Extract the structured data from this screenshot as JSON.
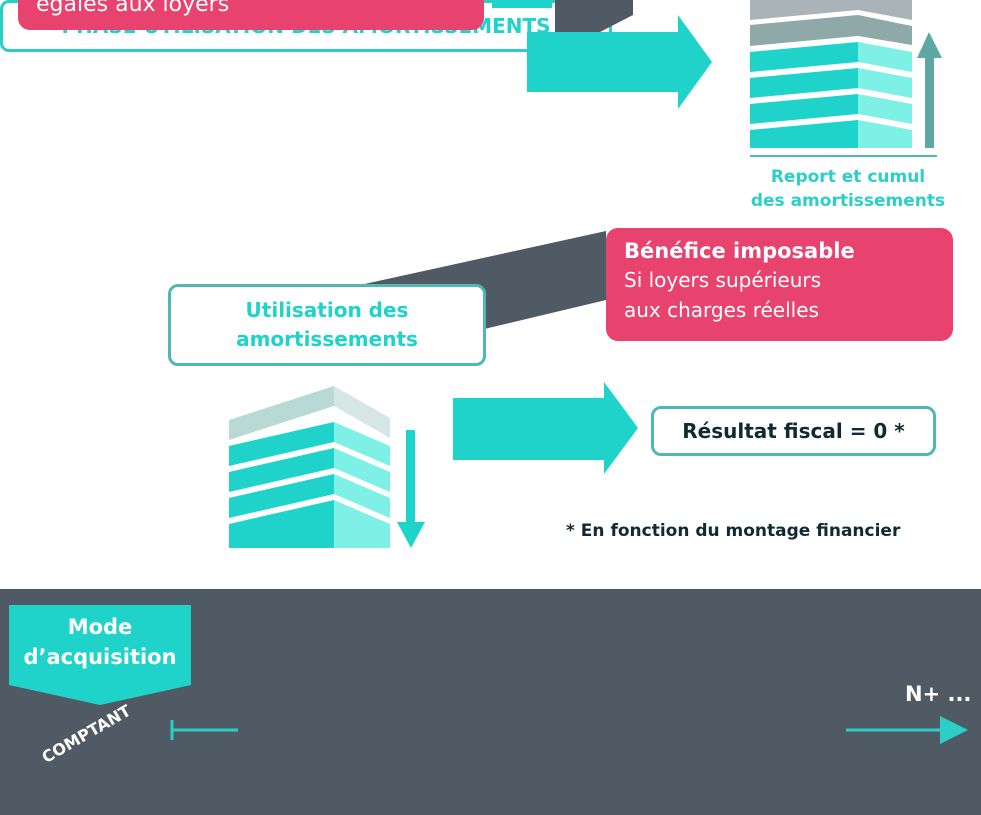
{
  "top_box": {
    "text": "égales aux loyers"
  },
  "report_caption": {
    "line1": "Report et cumul",
    "line2": "des amortissements"
  },
  "benefice_box": {
    "title": "Bénéfice imposable",
    "line1": "Si loyers supérieurs",
    "line2": "aux charges réelles"
  },
  "utilisation_box": {
    "line1": "Utilisation des",
    "line2": "amortissements"
  },
  "resultat_box": {
    "text": "Résultat fiscal = 0 *"
  },
  "footnote": {
    "text": "* En fonction du montage financier"
  },
  "timeline": {
    "mode_line1": "Mode",
    "mode_line2": "d’acquisition",
    "start_label": "COMPTANT",
    "phase_label": "PHASE UTILISATION DES AMORTISSEMENTS",
    "end_label": "N+ ..."
  },
  "colors": {
    "teal": "#1fd3cb",
    "teal_light": "#7ef0e5",
    "pink": "#e8436e",
    "slate": "#505a65",
    "navy_text": "#0f2a33"
  },
  "icons": {
    "building_top": "stacked-building-icon",
    "building_bottom": "stacked-building-icon",
    "arrow_up": "arrow-up-icon",
    "arrow_down": "arrow-down-icon"
  }
}
